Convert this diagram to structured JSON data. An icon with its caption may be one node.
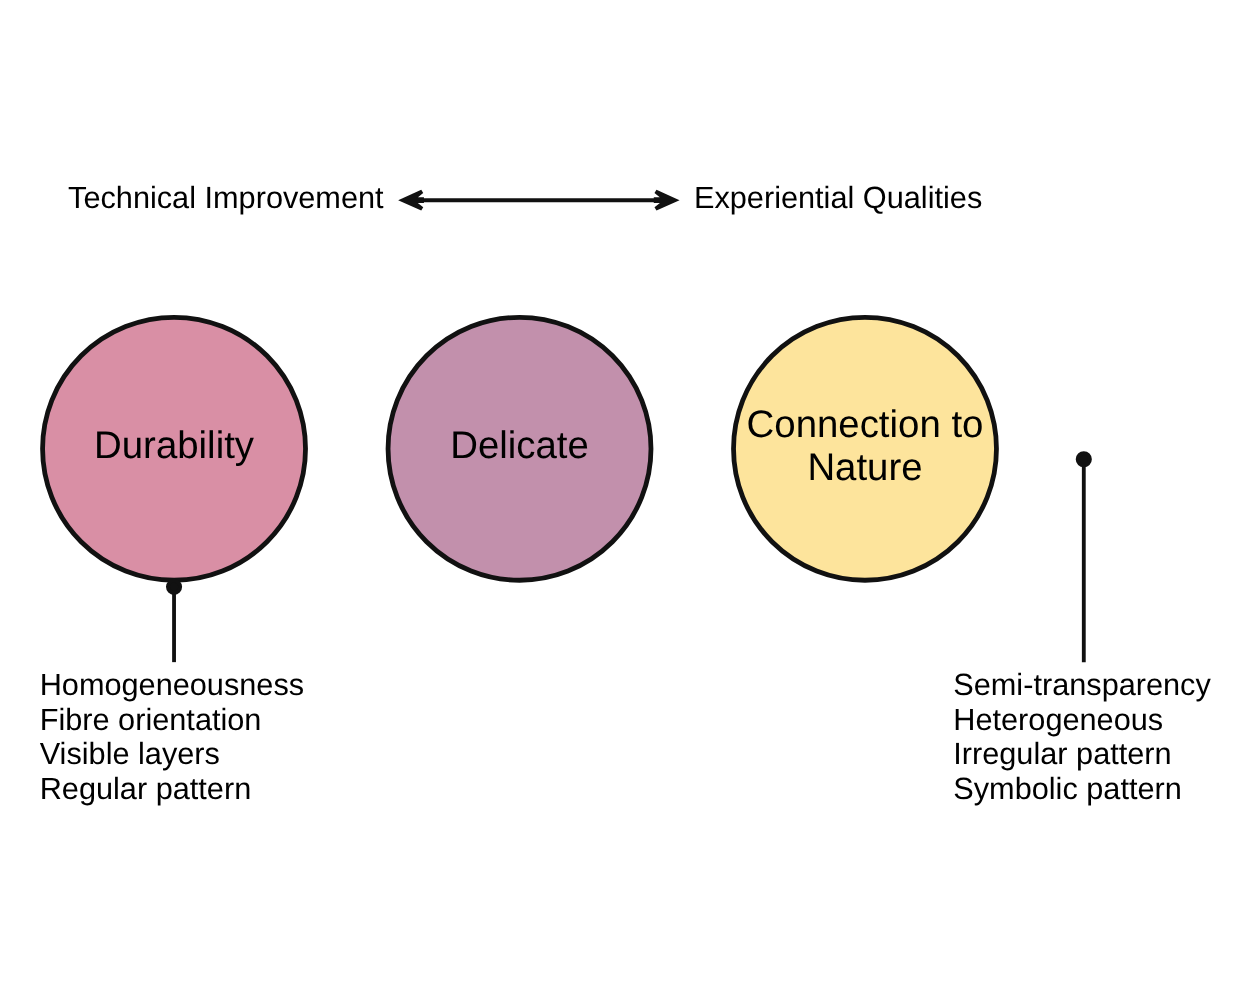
{
  "diagram": {
    "nodes": [
      {
        "text": [
          "Technical Improvement"
        ]
      },
      {
        "text": [
          "Experiential Qualities"
        ]
      },
      {
        "text": [
          "Durability"
        ]
      },
      {
        "text": [
          "Delicate"
        ]
      },
      {
        "text": [
          "Connection to Nature"
        ]
      },
      {
        "text": [
          "Homogeneousness",
          "Fibre orientation",
          "Visible layers",
          "Regular pattern"
        ]
      },
      {
        "text": [
          "Semi-transparency",
          "Heterogeneous",
          "Irregular pattern",
          "Symbolic pattern"
        ]
      }
    ],
    "edges": [
      {
        "from": 0,
        "to": 1,
        "arrow": "both"
      },
      {
        "from": 2,
        "to": 5,
        "arrow": "other"
      },
      {
        "from": null,
        "to": 6,
        "arrow": "other"
      }
    ]
  }
}
